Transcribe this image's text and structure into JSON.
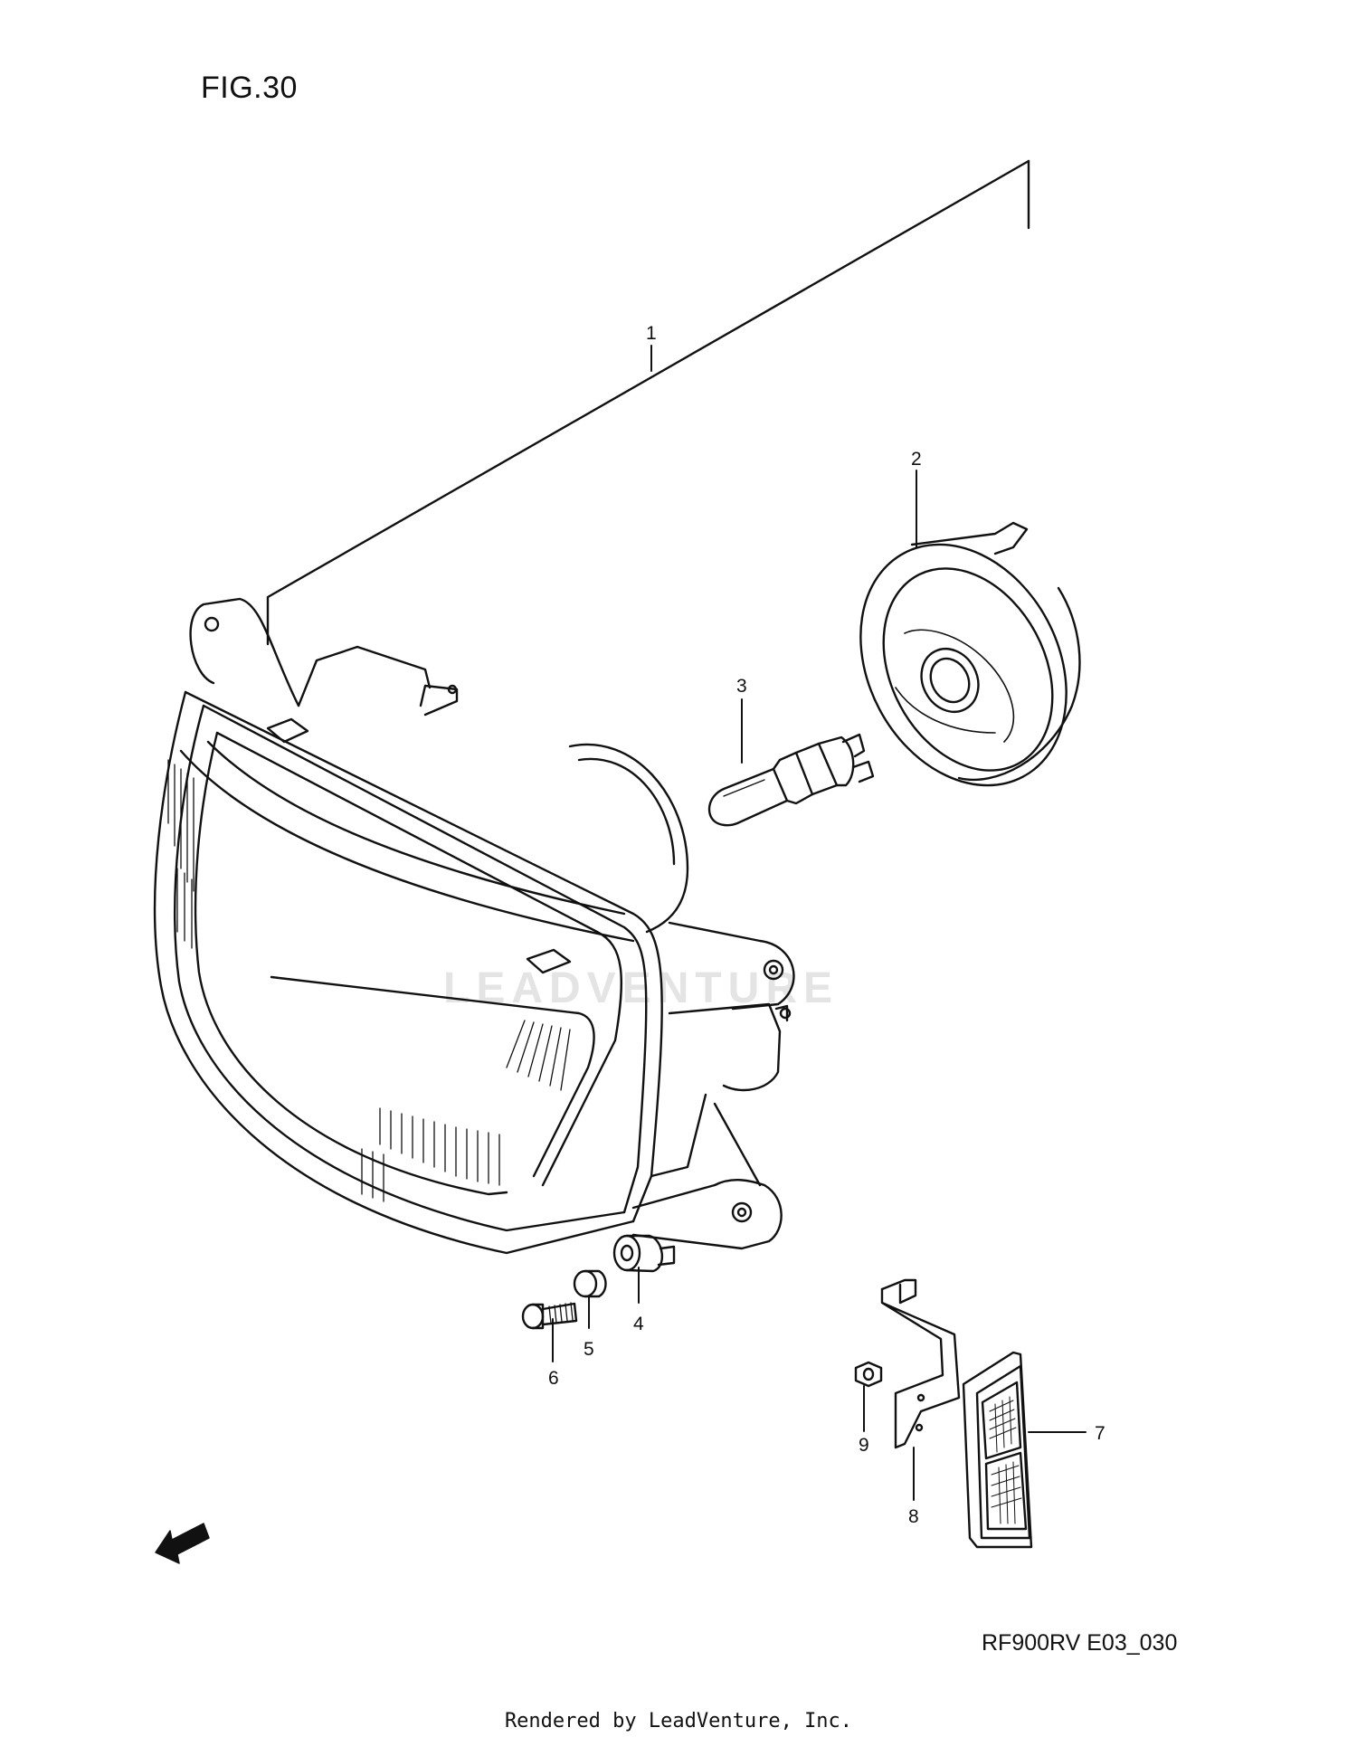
{
  "figure": {
    "title": "FIG.30"
  },
  "diagram_code": "RF900RV E03_030",
  "credit": "Rendered by LeadVenture, Inc.",
  "watermark": "LEADVENTURE",
  "fwd_arrow": {
    "text": "FWD"
  },
  "callouts": [
    {
      "number": "1"
    },
    {
      "number": "2"
    },
    {
      "number": "3"
    },
    {
      "number": "4"
    },
    {
      "number": "5"
    },
    {
      "number": "6"
    },
    {
      "number": "7"
    },
    {
      "number": "8"
    },
    {
      "number": "9"
    }
  ]
}
